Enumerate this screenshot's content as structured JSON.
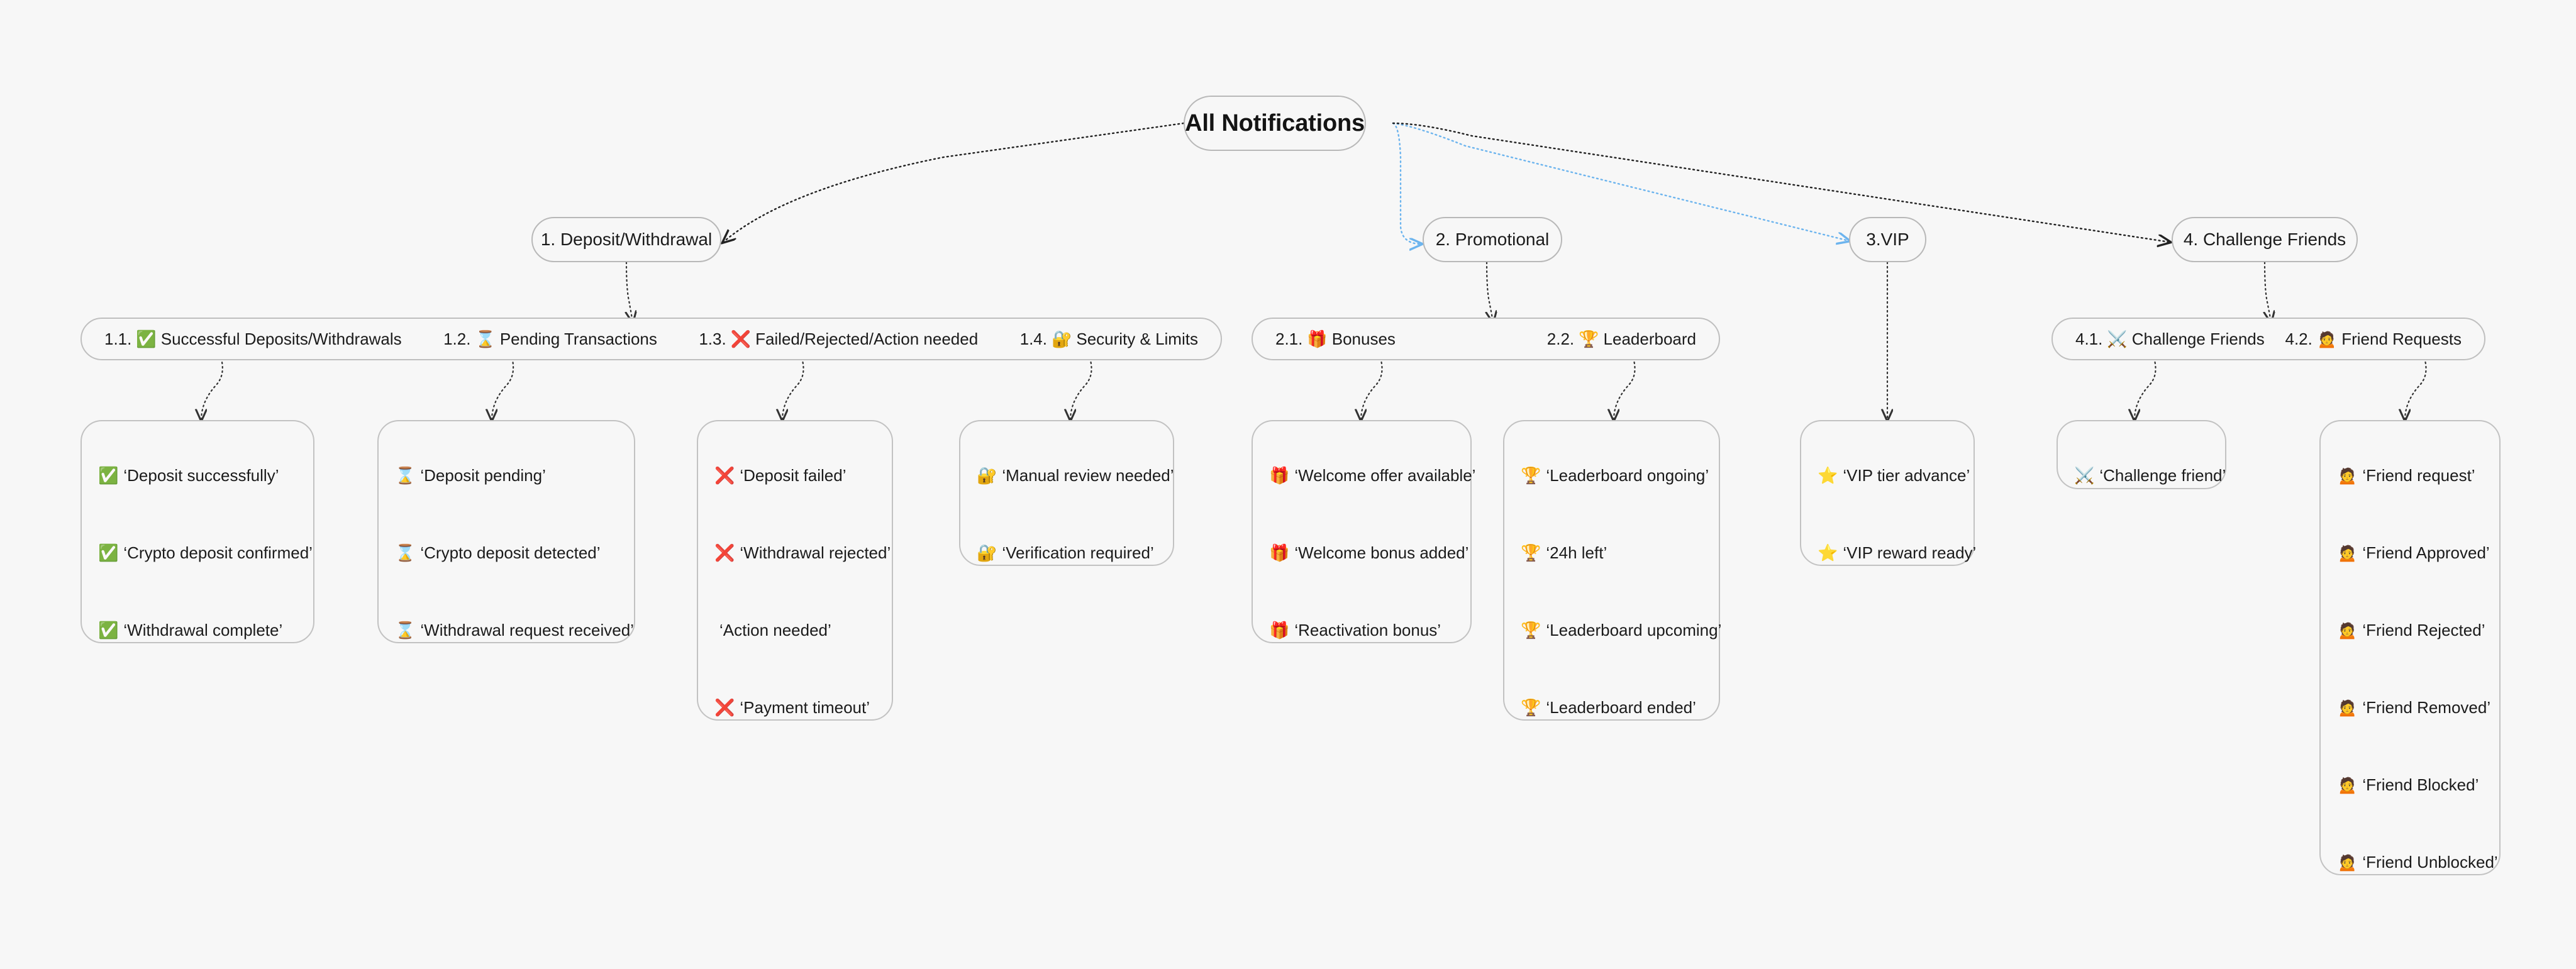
{
  "diagram": {
    "title": "All Notifications",
    "type": "mindmap",
    "background_color": "#f7f7f7",
    "node_border_color": "#bfbfbf",
    "edge_color_default": "#222222",
    "edge_color_highlight": "#6cb4ee",
    "edge_style": "dotted"
  },
  "root": {
    "label": "All Notifications"
  },
  "branches": [
    {
      "id": "branch-1",
      "label": "1. Deposit/Withdrawal",
      "edge_color": "#222222",
      "groups": [
        {
          "id": "group-1",
          "items": [
            {
              "number": "1.1.",
              "emoji": "✅",
              "emoji_name": "check-mark-button-icon",
              "label": "Successful Deposits/Withdrawals"
            },
            {
              "number": "1.2.",
              "emoji": "⌛",
              "emoji_name": "hourglass-icon",
              "label": "Pending Transactions"
            },
            {
              "number": "1.3.",
              "emoji": "❌",
              "emoji_name": "cross-mark-icon",
              "label": "Failed/Rejected/Action needed"
            },
            {
              "number": "1.4.",
              "emoji": "🔐",
              "emoji_name": "locked-with-key-icon",
              "label": "Security & Limits"
            }
          ]
        }
      ],
      "cards": [
        {
          "id": "card-1-1",
          "leaves": [
            {
              "emoji": "✅",
              "emoji_name": "check-mark-button-icon",
              "label": "‘Deposit successfully’"
            },
            {
              "emoji": "✅",
              "emoji_name": "check-mark-button-icon",
              "label": "‘Crypto deposit confirmed’"
            },
            {
              "emoji": "✅",
              "emoji_name": "check-mark-button-icon",
              "label": "‘Withdrawal complete’"
            }
          ]
        },
        {
          "id": "card-1-2",
          "leaves": [
            {
              "emoji": "⌛",
              "emoji_name": "hourglass-icon",
              "label": "‘Deposit pending’"
            },
            {
              "emoji": "⌛",
              "emoji_name": "hourglass-icon",
              "label": "‘Crypto deposit detected’"
            },
            {
              "emoji": "⌛",
              "emoji_name": "hourglass-icon",
              "label": "‘Withdrawal request received’"
            }
          ]
        },
        {
          "id": "card-1-3",
          "leaves": [
            {
              "emoji": "❌",
              "emoji_name": "cross-mark-icon",
              "label": "‘Deposit failed’"
            },
            {
              "emoji": "❌",
              "emoji_name": "cross-mark-icon",
              "label": "‘Withdrawal rejected’"
            },
            {
              "emoji": "",
              "emoji_name": "no-icon",
              "label": "‘Action needed’"
            },
            {
              "emoji": "❌",
              "emoji_name": "cross-mark-icon",
              "label": "‘Payment timeout’"
            }
          ]
        },
        {
          "id": "card-1-4",
          "leaves": [
            {
              "emoji": "🔐",
              "emoji_name": "locked-with-key-icon",
              "label": "‘Manual review needed’"
            },
            {
              "emoji": "🔐",
              "emoji_name": "locked-with-key-icon",
              "label": "‘Verification required’"
            }
          ]
        }
      ]
    },
    {
      "id": "branch-2",
      "label": "2. Promotional",
      "edge_color": "#6cb4ee",
      "groups": [
        {
          "id": "group-2",
          "items": [
            {
              "number": "2.1.",
              "emoji": "🎁",
              "emoji_name": "wrapped-gift-icon",
              "label": "Bonuses"
            },
            {
              "number": "2.2.",
              "emoji": "🏆",
              "emoji_name": "trophy-icon",
              "label": "Leaderboard"
            }
          ]
        }
      ],
      "cards": [
        {
          "id": "card-2-1",
          "leaves": [
            {
              "emoji": "🎁",
              "emoji_name": "wrapped-gift-icon",
              "label": "‘Welcome offer available’"
            },
            {
              "emoji": "🎁",
              "emoji_name": "wrapped-gift-icon",
              "label": "‘Welcome bonus added’"
            },
            {
              "emoji": "🎁",
              "emoji_name": "wrapped-gift-icon",
              "label": "‘Reactivation bonus’"
            }
          ]
        },
        {
          "id": "card-2-2",
          "leaves": [
            {
              "emoji": "🏆",
              "emoji_name": "trophy-icon",
              "label": "‘Leaderboard ongoing’"
            },
            {
              "emoji": "🏆",
              "emoji_name": "trophy-icon",
              "label": "‘24h left’"
            },
            {
              "emoji": "🏆",
              "emoji_name": "trophy-icon",
              "label": "‘Leaderboard upcoming’"
            },
            {
              "emoji": "🏆",
              "emoji_name": "trophy-icon",
              "label": "‘Leaderboard ended’"
            }
          ]
        }
      ]
    },
    {
      "id": "branch-3",
      "label": "3.VIP",
      "edge_color": "#6cb4ee",
      "groups": [],
      "cards": [
        {
          "id": "card-3-1",
          "leaves": [
            {
              "emoji": "⭐",
              "emoji_name": "star-icon",
              "label": "‘VIP tier advance’"
            },
            {
              "emoji": "⭐",
              "emoji_name": "star-icon",
              "label": "‘VIP reward ready’"
            }
          ]
        }
      ]
    },
    {
      "id": "branch-4",
      "label": "4. Challenge Friends",
      "edge_color": "#222222",
      "groups": [
        {
          "id": "group-4",
          "items": [
            {
              "number": "4.1.",
              "emoji": "⚔️",
              "emoji_name": "crossed-swords-icon",
              "label": "Challenge Friends"
            },
            {
              "number": "4.2.",
              "emoji": "🙍",
              "emoji_name": "person-frowning-icon",
              "label": "Friend Requests"
            }
          ]
        }
      ],
      "cards": [
        {
          "id": "card-4-1",
          "leaves": [
            {
              "emoji": "⚔️",
              "emoji_name": "crossed-swords-icon",
              "label": "‘Challenge friend’"
            }
          ]
        },
        {
          "id": "card-4-2",
          "leaves": [
            {
              "emoji": "🙍",
              "emoji_name": "person-frowning-icon",
              "label": "‘Friend request’"
            },
            {
              "emoji": "🙍",
              "emoji_name": "person-frowning-icon",
              "label": "‘Friend Approved’"
            },
            {
              "emoji": "🙍",
              "emoji_name": "person-frowning-icon",
              "label": "‘Friend Rejected’"
            },
            {
              "emoji": "🙍",
              "emoji_name": "person-frowning-icon",
              "label": "‘Friend Removed’"
            },
            {
              "emoji": "🙍",
              "emoji_name": "person-frowning-icon",
              "label": "‘Friend Blocked’"
            },
            {
              "emoji": "🙍",
              "emoji_name": "person-frowning-icon",
              "label": "‘Friend Unblocked’"
            }
          ]
        }
      ]
    }
  ]
}
